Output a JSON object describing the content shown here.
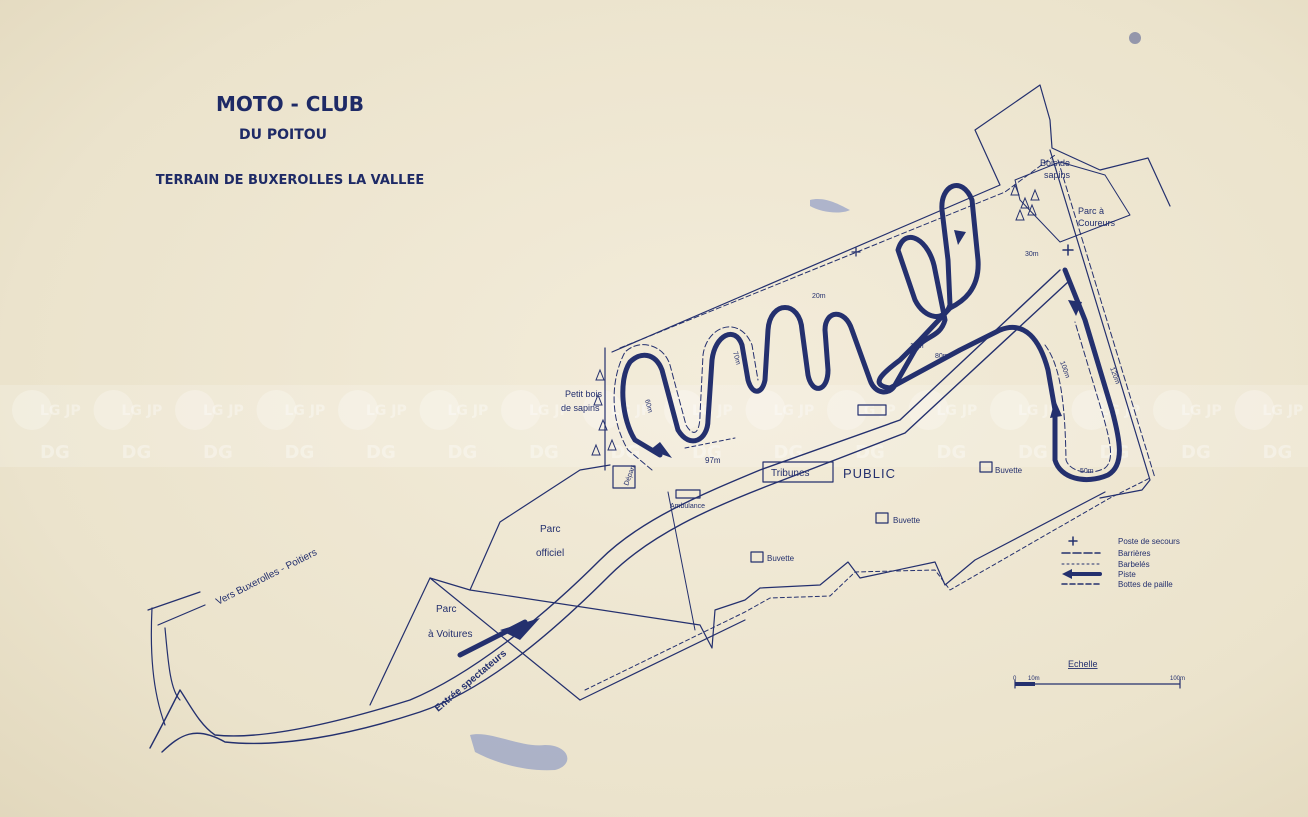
{
  "title": {
    "line1": "MOTO - CLUB",
    "line2": "DU    POITOU",
    "line3": "TERRAIN DE BUXEROLLES LA VALLEE"
  },
  "labels": {
    "road": "Vers Buxerolles - Poitiers",
    "entrance": "Entrée spectateurs",
    "parc_voitures_1": "Parc",
    "parc_voitures_2": "à Voitures",
    "parc_officiel_1": "Parc",
    "parc_officiel_2": "officiel",
    "petit_bois_1": "Petit bois",
    "petit_bois_2": "de sapins",
    "bois_1": "Bois de",
    "bois_2": "sapins",
    "parc_coureurs_1": "Parc à",
    "parc_coureurs_2": "Coureurs",
    "public": "PUBLIC",
    "tribunes": "Tribunes",
    "buvette_1": "Buvette",
    "buvette_2": "Buvette",
    "buvette_3": "Buvette",
    "ambulance": "Ambulance",
    "depart": "Départ",
    "distance_97": "97m",
    "distance_30": "30m",
    "distance_50": "50m",
    "distance_80": "80m",
    "distance_15": "15m",
    "distance_20": "20m",
    "distance_100": "100m",
    "distance_120": "120m",
    "distance_60": "60m",
    "distance_70": "70m"
  },
  "legend": {
    "items": [
      {
        "symbol": "cross",
        "label": "Poste de secours"
      },
      {
        "symbol": "barrier",
        "label": "Barrières"
      },
      {
        "symbol": "barbed",
        "label": "Barbelés"
      },
      {
        "symbol": "arrow",
        "label": "Piste"
      },
      {
        "symbol": "straw",
        "label": "Bottes de paille"
      }
    ]
  },
  "scale": {
    "title": "Echelle",
    "start": "0",
    "mid": "10m",
    "end": "100m"
  },
  "watermark": {
    "top": "LG JP",
    "bottom": "DG"
  },
  "colors": {
    "paper": "#ece5d2",
    "ink": "#24306e"
  }
}
